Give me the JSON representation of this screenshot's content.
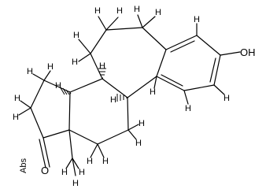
{
  "molecule": {
    "hydrogen_symbol": "H",
    "hydroxyl_label": "OH",
    "oxygen_symbol": "O",
    "stereo_flag": "Abs"
  },
  "colors": {
    "bond": "#000000",
    "background": "#ffffff"
  }
}
